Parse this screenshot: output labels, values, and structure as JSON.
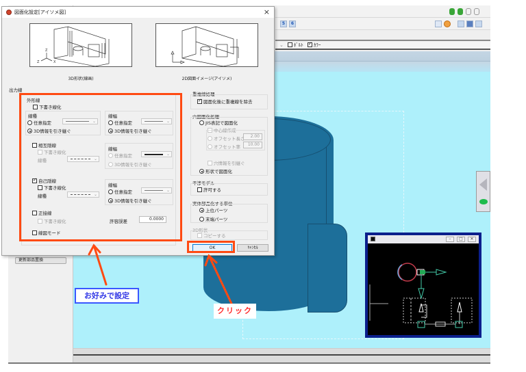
{
  "app": {
    "toolbar_buttons": [
      {
        "label": "5",
        "icon": "layer-5-icon"
      },
      {
        "label": "6",
        "icon": "layer-6-icon"
      }
    ],
    "filter_bar": {
      "checkbox1_label": "ﾎﾞﾙﾄ",
      "checkbox1_checked": false,
      "checkbox2_label": "ｶﾗｰ",
      "checkbox2_checked": true
    },
    "sidebar": {
      "button_label": "更新部品置換"
    },
    "miniview": {
      "controls": [
        "–",
        "□",
        "✕"
      ]
    }
  },
  "dialog": {
    "title": "図面化設定[アイソメ図]",
    "close_label": "×",
    "preview_3d_caption": "3D形状(線画)",
    "preview_2d_caption": "2D図面イメージ(アイソメ)",
    "axis_labels": {
      "z_up": "Z",
      "x": "X",
      "y": "Z"
    },
    "output_lines": {
      "title": "出力線",
      "outline": {
        "title": "外形線",
        "draft_thin_label": "下書き線化",
        "draft_thin_checked": false,
        "line_type": {
          "title": "線種",
          "custom_label": "任意指定",
          "inherit_label": "3D情報を引き継ぐ",
          "selected": "inherit"
        },
        "line_width": {
          "title": "線幅",
          "custom_label": "任意指定",
          "inherit_label": "3D情報を引き継ぐ",
          "selected": "inherit"
        }
      },
      "mutual_hidden": {
        "title": "相互隠線",
        "checked": false,
        "draft_thin_label": "下書き線化",
        "line_type_label": "線種",
        "line_width": {
          "title": "線幅",
          "custom_label": "任意指定",
          "inherit_label": "3D情報を引き継ぐ"
        }
      },
      "self_hidden": {
        "title": "自己隠線",
        "checked": true,
        "draft_thin_label": "下書き線化",
        "draft_thin_checked": false,
        "line_type_label": "線種",
        "line_width": {
          "title": "線幅",
          "custom_label": "任意指定",
          "inherit_label": "3D情報を引き継ぐ",
          "selected": "inherit"
        }
      },
      "ridge_line": {
        "title": "正接線",
        "checked": false,
        "draft_thin_label": "下書き線化",
        "tolerance_label": "許容誤差",
        "tolerance_value": "0.0000"
      },
      "wireframe_mode": {
        "label": "線図モード",
        "checked": false
      }
    },
    "overlap_lines": {
      "title": "重複線処理",
      "remove_label": "図面化後に重複線を除去",
      "remove_checked": true
    },
    "hole_drawing": {
      "title": "穴図面化処理",
      "jis_label": "JIS表記で図面化",
      "center_line_label": "中心線作成",
      "offset_length_label": "オフセット長さ",
      "offset_length_value": "2.00",
      "offset_ratio_label": "オフセット率",
      "offset_ratio_value": "10.00",
      "inherit_hole_label": "穴情報を引継ぐ",
      "shape_label": "形状で図面化",
      "selected": "shape"
    },
    "interference": {
      "title": "干渉モデル",
      "allow_label": "許可する",
      "allow_checked": false
    },
    "entity_unit": {
      "title": "実体部品化する単位",
      "upper_label": "上位パーツ",
      "leaf_label": "末端パーツ",
      "selected": "upper"
    },
    "shape_3d": {
      "title": "3D形状",
      "copy_label": "コピーする"
    },
    "ok_label": "OK",
    "cancel_label": "ｷｬﾝｾﾙ"
  },
  "annotations": {
    "settings_callout": "お好みで設定",
    "click_callout": "クリック",
    "highlight_color": "#ff4a12",
    "settings_text_color": "#3339e6",
    "click_text_color": "#ff2a2a"
  }
}
